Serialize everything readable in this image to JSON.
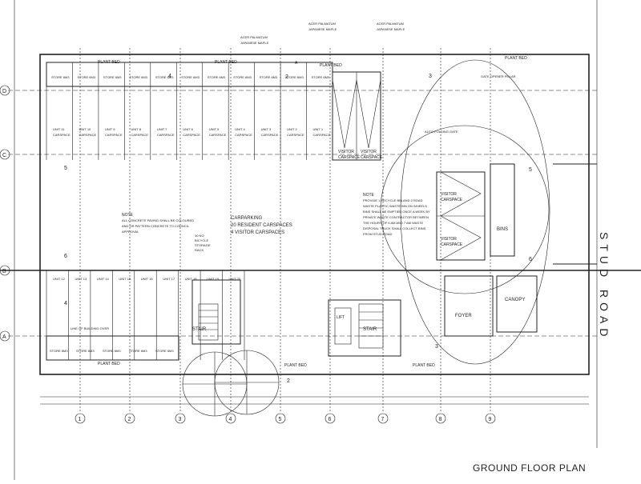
{
  "drawing": {
    "title": "GROUND FLOOR PLAN",
    "road_label": "STUD ROAD"
  },
  "trees": [
    "ACER PALMATUM JAPANESE MAPLE",
    "ACER PALMATUM JAPANESE MAPLE",
    "ACER PALMATUM JAPANESE MAPLE"
  ],
  "plant_bed": "PLANT BED",
  "top_stores": [
    "STORE 6M3",
    "STORE 6M3",
    "STORE 6M3",
    "STORE 6M3",
    "STORE 6M3",
    "STORE 6M3",
    "STORE 6M3",
    "STORE 6M3",
    "STORE 6M3",
    "STORE 6M3",
    "STORE 6M3"
  ],
  "top_units": [
    {
      "unit": "UNIT 11",
      "label": "CARSPACE"
    },
    {
      "unit": "UNIT 10",
      "label": "CARSPACE"
    },
    {
      "unit": "UNIT 9",
      "label": "CARSPACE"
    },
    {
      "unit": "UNIT 8",
      "label": "CARSPACE"
    },
    {
      "unit": "UNIT 7",
      "label": "CARSPACE"
    },
    {
      "unit": "UNIT 6",
      "label": "CARSPACE"
    },
    {
      "unit": "UNIT 5",
      "label": "CARSPACE"
    },
    {
      "unit": "UNIT 4",
      "label": "CARSPACE"
    },
    {
      "unit": "UNIT 3",
      "label": "CARSPACE"
    },
    {
      "unit": "UNIT 2",
      "label": "CARSPACE"
    },
    {
      "unit": "UNIT 1",
      "label": "CARSPACE"
    }
  ],
  "bottom_units": [
    "UNIT 12",
    "UNIT 13",
    "UNIT 14",
    "UNIT 15",
    "UNIT 16",
    "UNIT 17",
    "UNIT 18",
    "UNIT 19",
    "UNIT 20"
  ],
  "bottom_stores": [
    "STORE 6M3",
    "STORE 6M3",
    "STORE 6M3",
    "STORE 6M3",
    "STORE 6M3"
  ],
  "visitor_spaces": [
    {
      "name": "VISITOR",
      "label": "CARSPACE"
    },
    {
      "name": "VISITOR",
      "label": "CARSPACE"
    },
    {
      "name": "VISITOR",
      "label": "CARSPACE"
    },
    {
      "name": "VISITOR",
      "label": "CARSPACE"
    }
  ],
  "carparking": {
    "line1": "CARPARKING",
    "line2": "20 RESIDENT CARSPACES",
    "line3": "4 VISITOR CARSPACES"
  },
  "note_left": {
    "head": "NOTE",
    "line1": "ALL CONCRETE PAVING SHALL BE COLOURED",
    "line2": "AND OR PATTERN CONCRETE TO COUNCIL",
    "line3": "APPROVAL"
  },
  "note_right": {
    "head": "NOTE",
    "line1": "PROVIDE 1 RECYCLE BIN AND 2 ROAD",
    "line2": "WASTE PLASTIC WASTE BIN ON WHEELS",
    "line3": "BINS SHALL BE EMPTIED ONCE A WEEK BY",
    "line4": "PRIVATE WASTE CONTRACTOR BETWEEN",
    "line5": "THE HOURS OF 6 AM AND 7 AM  WASTE",
    "line6": "DISPOSAL TRUCK SHALL COLLECT BINS",
    "line7": "FROM STUD ROAD"
  },
  "bicycle": {
    "line1": "10 NO",
    "line2": "BICYCLE",
    "line3": "STORAGE",
    "line4": "RACK"
  },
  "rooms": {
    "stair": "STAIR",
    "lift": "LIFT",
    "foyer": "FOYER",
    "canopy": "CANOPY",
    "bins": "BINS",
    "auto_gate": "AUTO FOLDING GATE",
    "line_of_building": "LINE OF BUILDING OVER",
    "opener": "GATE OPENER PILLAR"
  },
  "grid_columns": [
    "1",
    "2",
    "3",
    "4",
    "5",
    "6",
    "7",
    "8",
    "9"
  ],
  "grid_rows": [
    "D",
    "C",
    "B",
    "A"
  ],
  "section_markers": [
    "2",
    "3",
    "4",
    "5",
    "6",
    "A"
  ]
}
